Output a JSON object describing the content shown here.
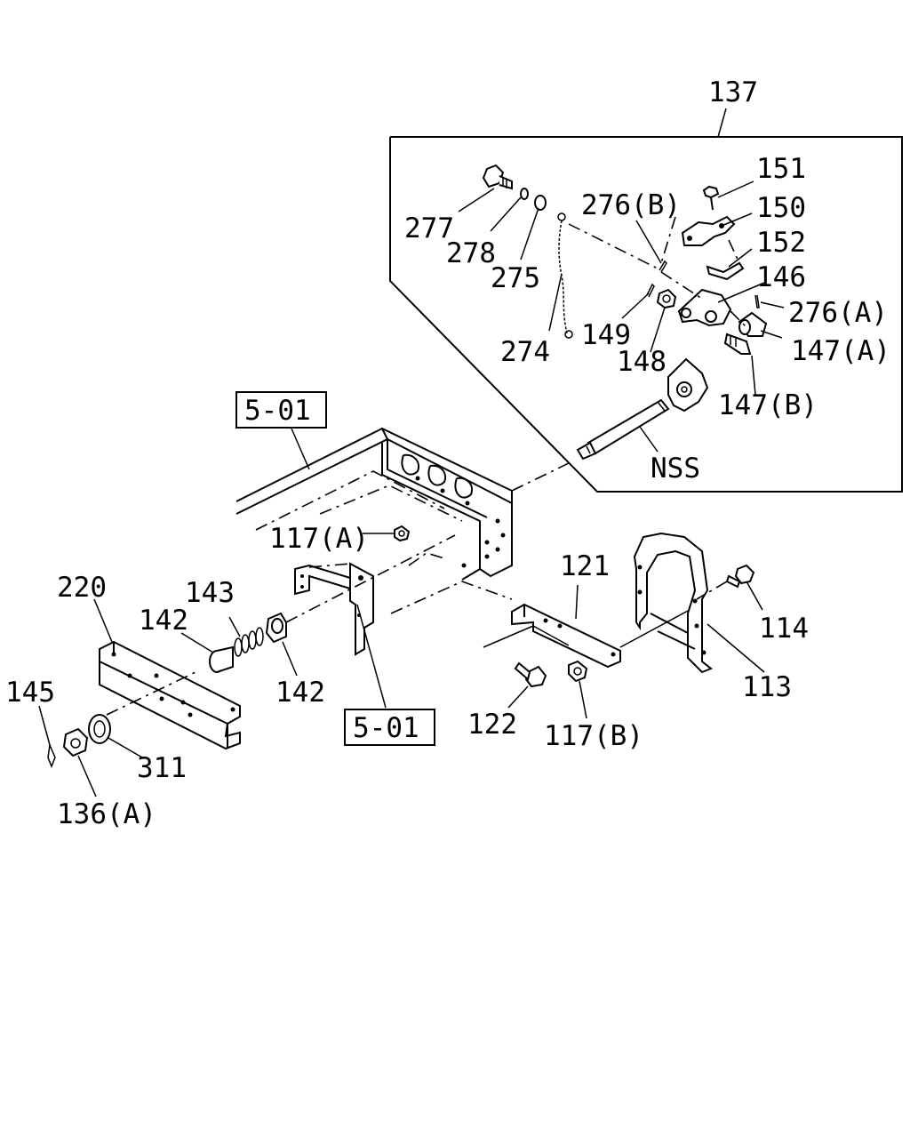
{
  "refs": {
    "assembly": "5-01",
    "assembly_lower": "5-01"
  },
  "labels": {
    "p137": "137",
    "p151": "151",
    "p150": "150",
    "p152": "152",
    "p146": "146",
    "p276a": "276(A)",
    "p276b": "276(B)",
    "p147a": "147(A)",
    "p147b": "147(B)",
    "p148": "148",
    "p149": "149",
    "p274": "274",
    "p275": "275",
    "p277": "277",
    "p278": "278",
    "nss": "NSS",
    "p117a": "117(A)",
    "p117b": "117(B)",
    "p121": "121",
    "p122": "122",
    "p114": "114",
    "p113": "113",
    "p220": "220",
    "p143": "143",
    "p142a": "142",
    "p142b": "142",
    "p145": "145",
    "p311": "311",
    "p136a": "136(A)"
  }
}
